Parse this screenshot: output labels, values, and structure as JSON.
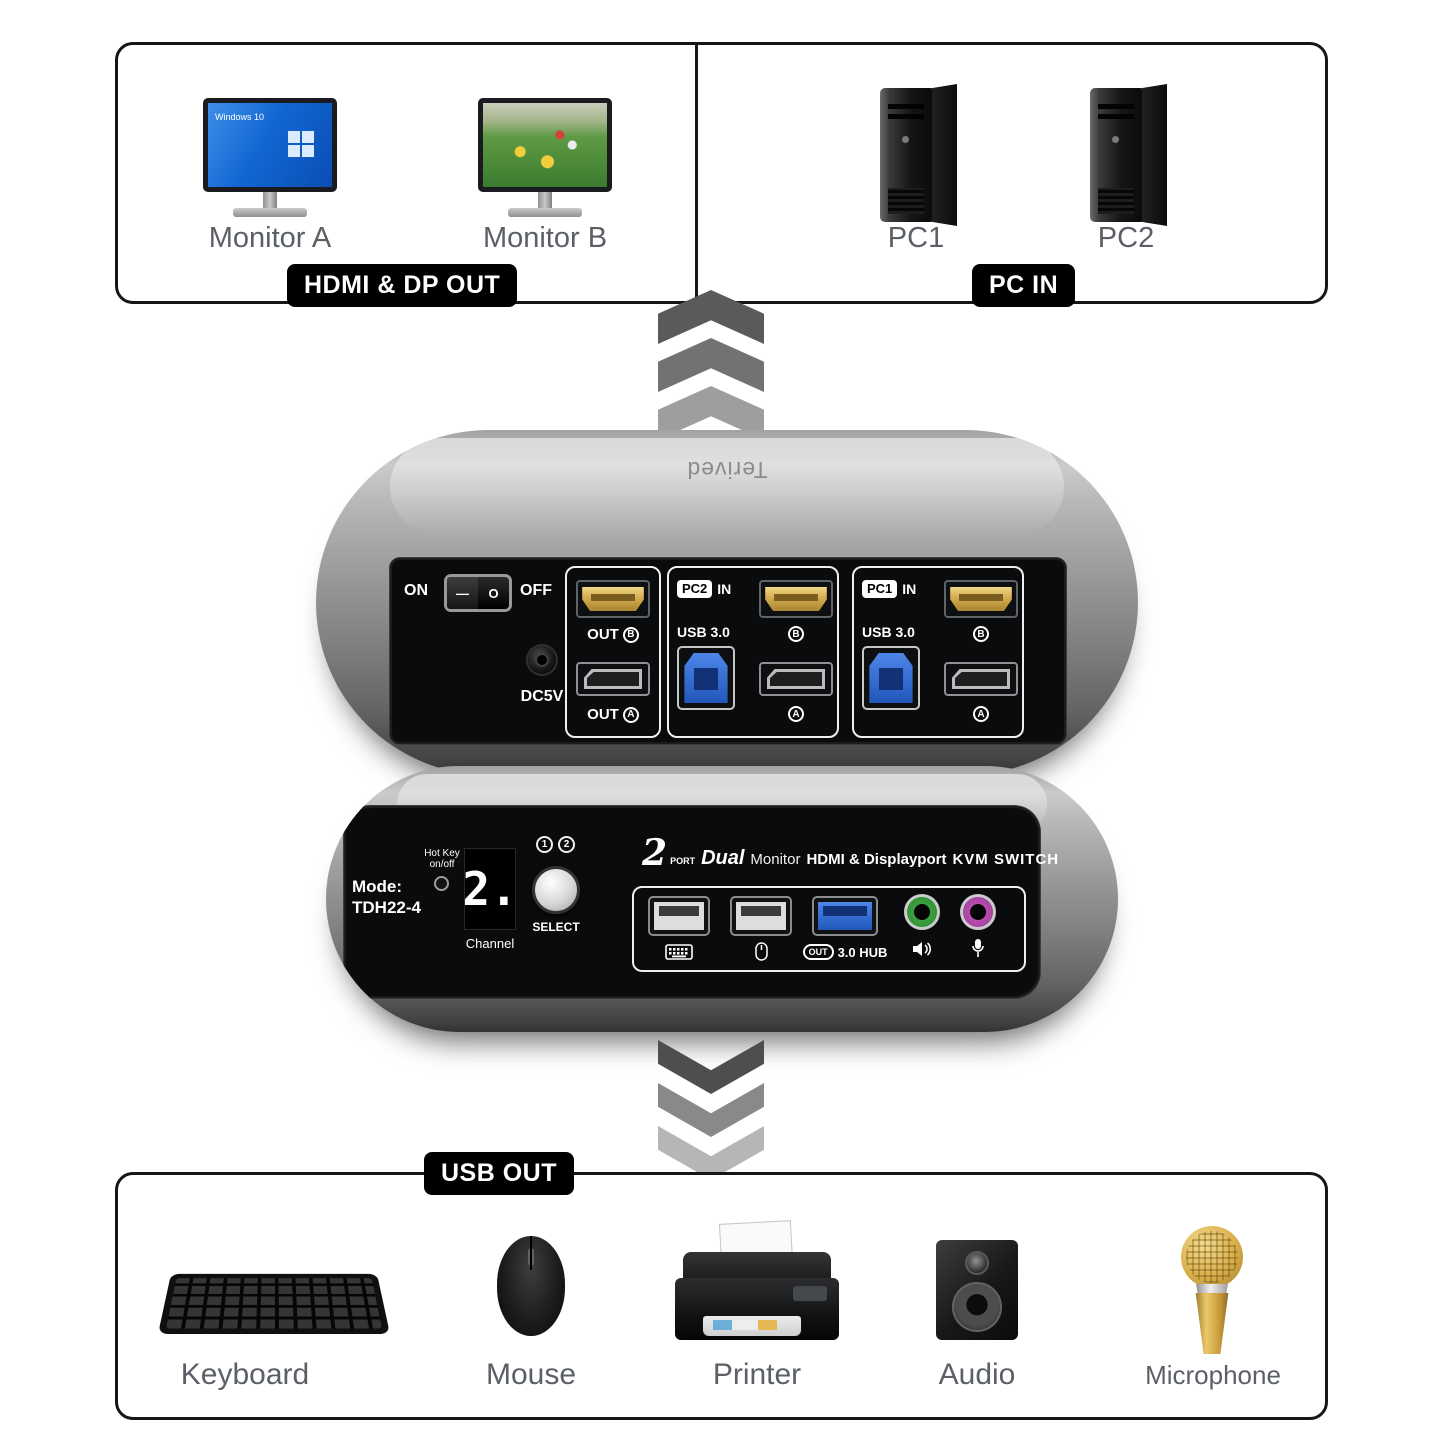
{
  "top": {
    "monitors_panel": {
      "badge": "HDMI & DP OUT",
      "monitor_a": {
        "label": "Monitor A",
        "screen_text": "Windows 10"
      },
      "monitor_b": {
        "label": "Monitor B"
      }
    },
    "pcs_panel": {
      "badge": "PC IN",
      "pc1": {
        "label": "PC1"
      },
      "pc2": {
        "label": "PC2"
      }
    }
  },
  "device_back": {
    "brand": "Terived",
    "power_on": "ON",
    "power_off": "OFF",
    "rocker_on": "—",
    "rocker_off": "O",
    "dc_label": "DC5V",
    "out_group": {
      "hdmi_label": "OUT",
      "hdmi_letter": "B",
      "dp_label": "OUT",
      "dp_letter": "A"
    },
    "pc2_group": {
      "name": "PC2",
      "in_label": "IN",
      "usb_label": "USB 3.0",
      "hdmi_letter": "B",
      "dp_letter": "A"
    },
    "pc1_group": {
      "name": "PC1",
      "in_label": "IN",
      "usb_label": "USB 3.0",
      "hdmi_letter": "B",
      "dp_letter": "A"
    }
  },
  "device_front": {
    "mode_label": "Mode:",
    "mode_value": "TDH22-4",
    "hotkey_label_1": "Hot Key",
    "hotkey_label_2": "on/off",
    "channel_value": "2.",
    "channel_label": "Channel",
    "indicator_1": "1",
    "indicator_2": "2",
    "select_label": "SELECT",
    "title": {
      "num": "2",
      "port": "PORT",
      "dual": "Dual",
      "monitor": "Monitor",
      "hdmi_dp": "HDMI & Displayport",
      "kvm": "KVM SWITCH"
    },
    "hub_out_badge": "OUT",
    "hub_label": "3.0 HUB"
  },
  "bottom": {
    "badge": "USB OUT",
    "items": [
      {
        "label": "Keyboard"
      },
      {
        "label": "Mouse"
      },
      {
        "label": "Printer"
      },
      {
        "label": "Audio"
      },
      {
        "label": "Microphone"
      }
    ]
  },
  "colors": {
    "hdmi_gold": "#d8b055",
    "usb3_blue": "#2f6fd6",
    "audio_green": "#3fae3e",
    "mic_pink": "#cf58c4",
    "device_gray": "#9a9c9e",
    "badge_black": "#000000",
    "label_gray": "#5b5f66"
  }
}
